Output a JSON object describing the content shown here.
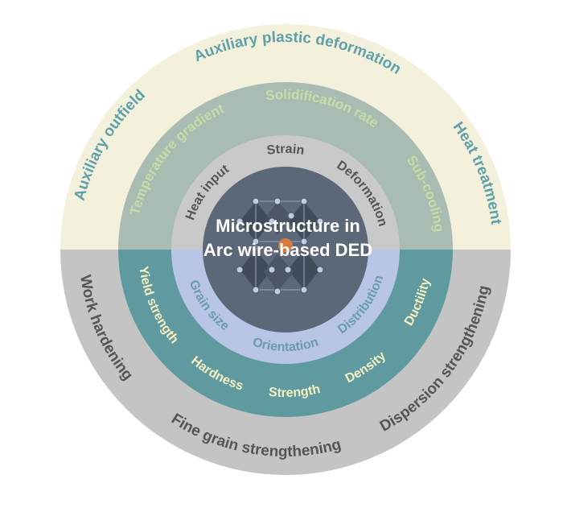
{
  "center": {
    "line1": "Microstructure in",
    "line2": "Arc wire-based DED"
  },
  "top": {
    "outer": {
      "auxiliary_outfield": "Auxiliary outfield",
      "auxiliary_plastic_deformation": "Auxiliary plastic deformation",
      "heat_treatment": "Heat treatment"
    },
    "middle": {
      "temperature_gradient": "Temperature gradient",
      "solidification_rate": "Solidification rate",
      "sub_cooling": "Sub-cooling"
    },
    "inner": {
      "heat_input": "Heat input",
      "strain": "Strain",
      "deformation": "Deformation"
    }
  },
  "bottom": {
    "inner": {
      "grain_size": "Grain size",
      "orientation": "Orientation",
      "distribution": "Distribution"
    },
    "middle": {
      "yield_strength": "Yield strength",
      "hardness": "Hardness",
      "strength": "Strength",
      "density": "Density",
      "ductility": "Ductility"
    },
    "outer": {
      "work_hardening": "Work hardening",
      "fine_grain_strengthening": "Fine grain strengthening",
      "dispersion_strengthening": "Dispersion strengthening"
    }
  },
  "colors": {
    "outer_top": "#f3f1dc",
    "middle_top": "#a9bcb4",
    "inner_top": "#c9c9c9",
    "outer_bottom": "#c4c4c4",
    "middle_bottom": "#5e9aa0",
    "inner_bottom": "#b9c5e7",
    "core": "#5c6778",
    "text_teal": "#5fa0aa",
    "text_light_green": "#c4dda3",
    "text_gray": "#555555",
    "text_cream": "#f6f0bf",
    "text_bottom_inner": "#6a9ab4"
  }
}
